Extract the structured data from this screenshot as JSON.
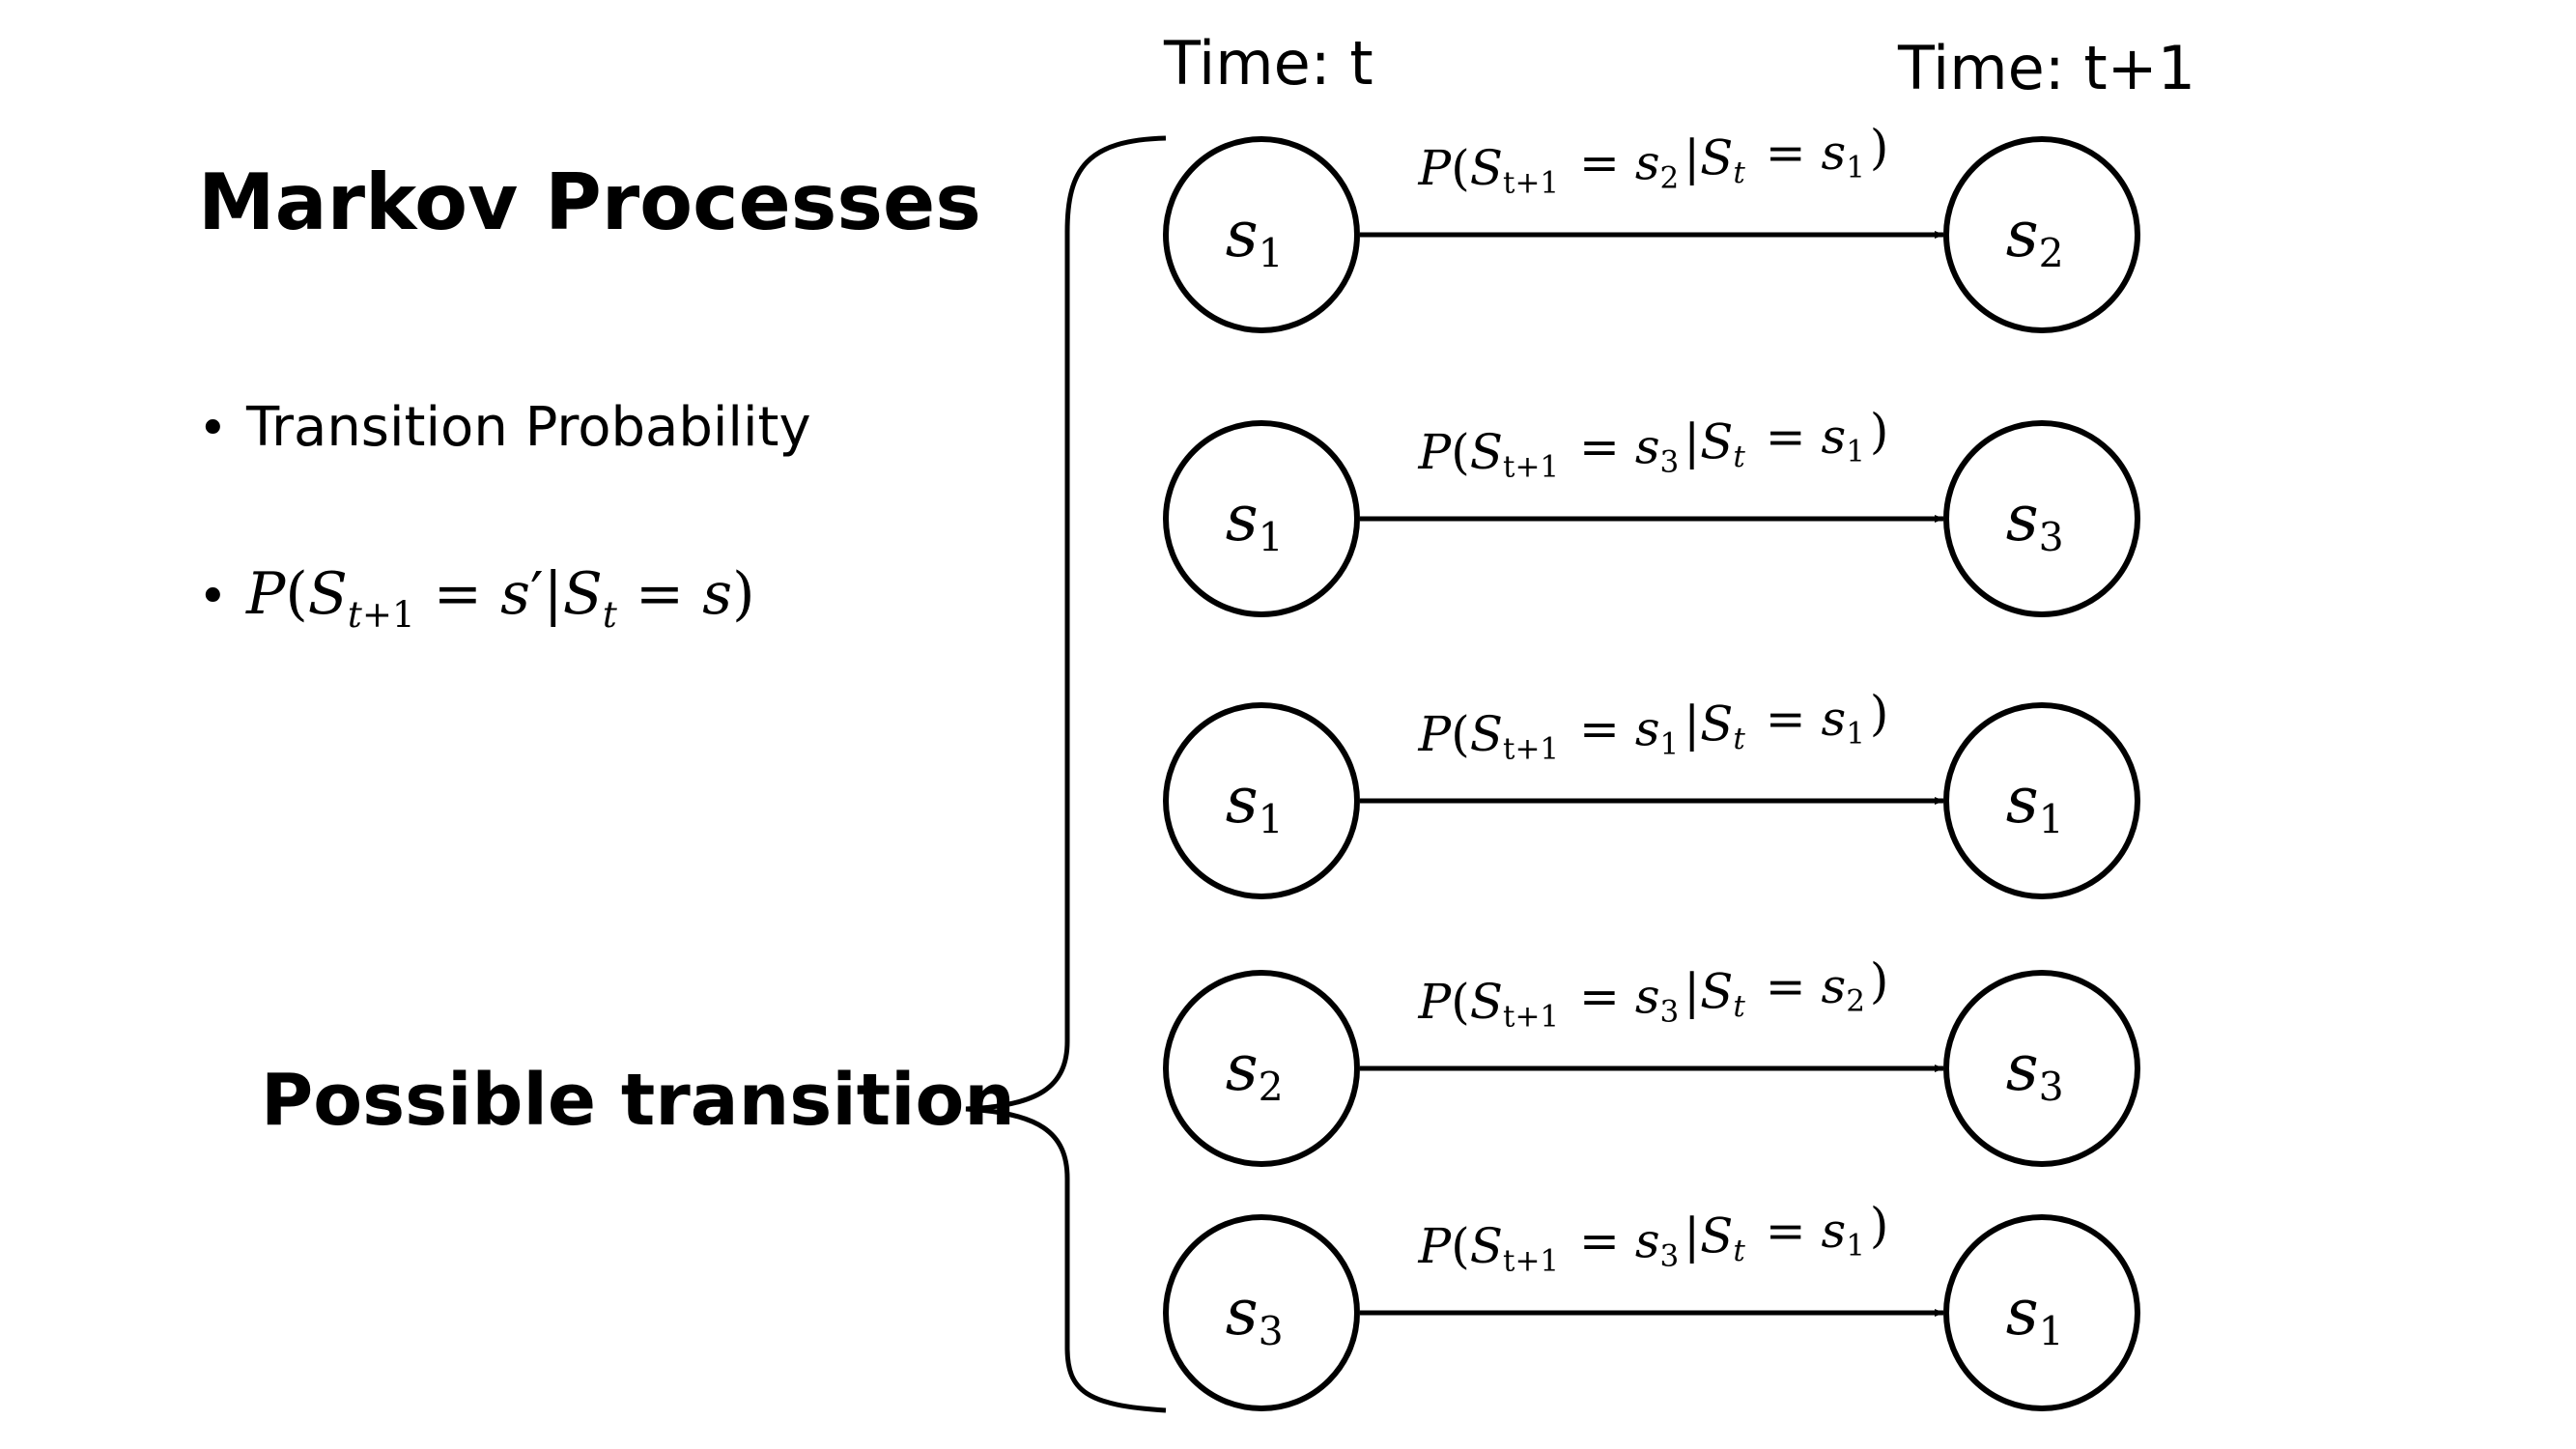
{
  "title": "Markov Processes",
  "bullets": [
    {
      "text": "Transition Probability"
    },
    {
      "math": "P(S_{t+1} = s′|S_t = s)"
    }
  ],
  "bullet_symbol": "•",
  "side_label": "Possible transition",
  "time_labels": {
    "t": "Time: t",
    "t_plus_1": "Time: t+1"
  },
  "transitions": [
    {
      "from": "s_1",
      "to": "s_2",
      "label": "P(S_{t+1} = s_2|S_t = s_1)"
    },
    {
      "from": "s_1",
      "to": "s_3",
      "label": "P(S_{t+1} = s_3|S_t = s_1)"
    },
    {
      "from": "s_1",
      "to": "s_1",
      "label": "P(S_{t+1} = s_1|S_t = s_1)"
    },
    {
      "from": "s_2",
      "to": "s_3",
      "label": "P(S_{t+1} = s_3|S_t = s_2)"
    },
    {
      "from": "s_3",
      "to": "s_1",
      "label": "P(S_{t+1} = s_3|S_t = s_1)"
    }
  ]
}
